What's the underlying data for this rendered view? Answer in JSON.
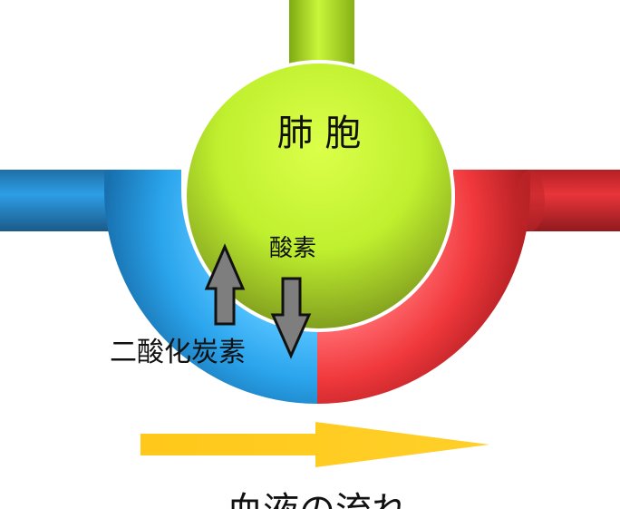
{
  "labels": {
    "alveolus": "肺 胞",
    "oxygen": "酸素",
    "carbon_dioxide": "二酸化炭素",
    "blood_flow": "血液の流れ"
  },
  "colors": {
    "alveolus": "#c4f03a",
    "airway": "#b6ec2c",
    "deoxygenated_blood": "#2aa4ec",
    "oxygenated_blood": "#f0383c",
    "exchange_arrows": "#7e7e7e",
    "flow_arrow": "#ffc81a"
  },
  "icons": {
    "co2_arrow": "arrow-up-icon",
    "o2_arrow": "arrow-down-icon",
    "flow_arrow": "arrow-right-icon"
  }
}
